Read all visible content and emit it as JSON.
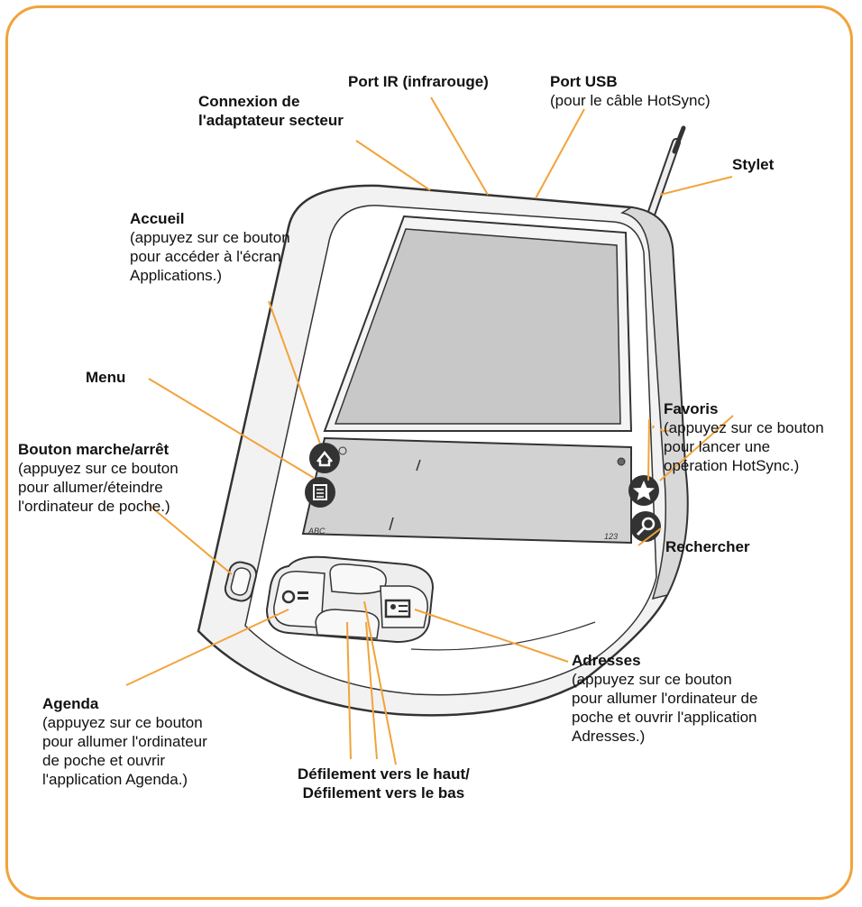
{
  "labels": {
    "connexion": {
      "title_l1": "Connexion de",
      "title_l2": "l'adaptateur secteur"
    },
    "port_ir": {
      "title": "Port IR (infrarouge)"
    },
    "port_usb": {
      "title": "Port USB",
      "desc": "(pour le câble HotSync)"
    },
    "stylet": {
      "title": "Stylet"
    },
    "accueil": {
      "title": "Accueil",
      "desc_l1": "(appuyez sur ce bouton",
      "desc_l2": "pour accéder à l'écran",
      "desc_l3": "Applications.)"
    },
    "menu": {
      "title": "Menu"
    },
    "marche": {
      "title": "Bouton marche/arrêt",
      "desc_l1": "(appuyez sur ce bouton",
      "desc_l2": "pour allumer/éteindre",
      "desc_l3": "l'ordinateur de poche.)"
    },
    "favoris": {
      "title": "Favoris",
      "desc_l1": "(appuyez sur ce bouton",
      "desc_l2": "pour lancer une",
      "desc_l3": "opération HotSync.)"
    },
    "rechercher": {
      "title": "Rechercher"
    },
    "adresses": {
      "title": "Adresses",
      "desc_l1": "(appuyez sur ce bouton",
      "desc_l2": "pour allumer l'ordinateur de",
      "desc_l3": "poche et ouvrir l'application",
      "desc_l4": "Adresses.)"
    },
    "agenda": {
      "title": "Agenda",
      "desc_l1": "(appuyez sur ce bouton",
      "desc_l2": "pour allumer l'ordinateur",
      "desc_l3": "de poche et ouvrir",
      "desc_l4": "l'application Agenda.)"
    },
    "defilement": {
      "title_l1": "Défilement vers le haut/",
      "title_l2": "Défilement vers le bas"
    }
  },
  "graffiti": {
    "abc": "ABC",
    "num": "123"
  },
  "colors": {
    "frame": "#f2a33a",
    "leader": "#f2a33a",
    "screen": "#c8c8c8"
  }
}
